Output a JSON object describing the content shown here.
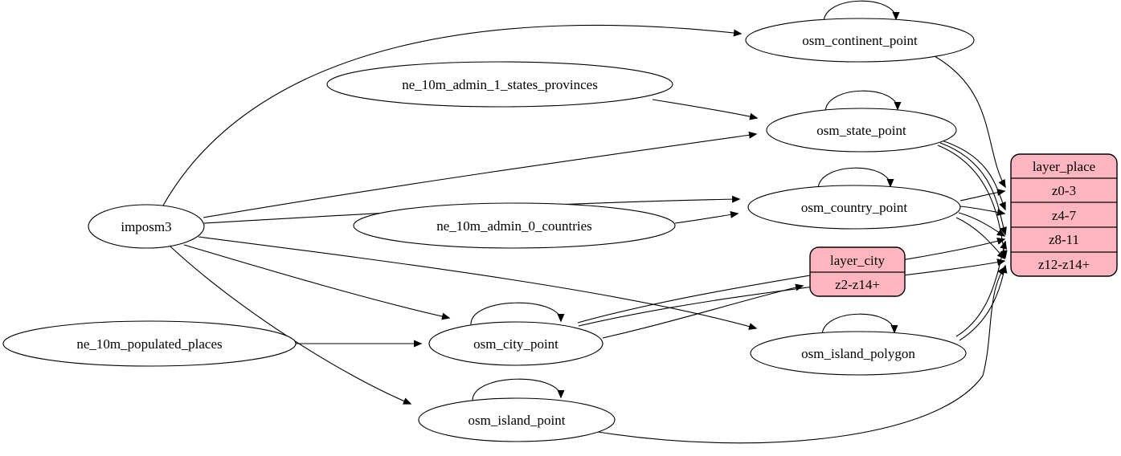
{
  "diagram": {
    "background_color": "#ffffff",
    "table_node_fill": "#ffffff",
    "layer_node_fill": "#ffb6c1",
    "edge_color": "#000000",
    "tables": {
      "imposm3": "imposm3",
      "ne_states": "ne_10m_admin_1_states_provinces",
      "ne_countries": "ne_10m_admin_0_countries",
      "ne_places": "ne_10m_populated_places",
      "continent": "osm_continent_point",
      "state": "osm_state_point",
      "country": "osm_country_point",
      "city": "osm_city_point",
      "island_polygon": "osm_island_polygon",
      "island_point": "osm_island_point"
    },
    "layers": {
      "place": {
        "title": "layer_place",
        "rows": {
          "r0": "z0-3",
          "r1": "z4-7",
          "r2": "z8-11",
          "r3": "z12-z14+"
        }
      },
      "city": {
        "title": "layer_city",
        "rows": {
          "r0": "z2-z14+"
        }
      }
    },
    "edges": [
      {
        "from": "imposm3",
        "to": "osm_continent_point"
      },
      {
        "from": "imposm3",
        "to": "osm_state_point"
      },
      {
        "from": "imposm3",
        "to": "osm_country_point"
      },
      {
        "from": "imposm3",
        "to": "osm_city_point"
      },
      {
        "from": "imposm3",
        "to": "osm_island_polygon"
      },
      {
        "from": "imposm3",
        "to": "osm_island_point"
      },
      {
        "from": "ne_10m_admin_1_states_provinces",
        "to": "osm_state_point"
      },
      {
        "from": "ne_10m_admin_0_countries",
        "to": "osm_country_point"
      },
      {
        "from": "ne_10m_populated_places",
        "to": "osm_city_point"
      },
      {
        "from": "osm_continent_point",
        "to": "osm_continent_point"
      },
      {
        "from": "osm_state_point",
        "to": "osm_state_point"
      },
      {
        "from": "osm_country_point",
        "to": "osm_country_point"
      },
      {
        "from": "osm_city_point",
        "to": "osm_city_point"
      },
      {
        "from": "osm_island_polygon",
        "to": "osm_island_polygon"
      },
      {
        "from": "osm_island_point",
        "to": "osm_island_point"
      },
      {
        "from": "osm_continent_point",
        "to": "layer_place:z0-3"
      },
      {
        "from": "osm_country_point",
        "to": "layer_place:z0-3"
      },
      {
        "from": "osm_country_point",
        "to": "layer_place:z4-7"
      },
      {
        "from": "osm_country_point",
        "to": "layer_place:z8-11"
      },
      {
        "from": "osm_country_point",
        "to": "layer_place:z12-z14+"
      },
      {
        "from": "osm_state_point",
        "to": "layer_place:z4-7"
      },
      {
        "from": "osm_state_point",
        "to": "layer_place:z8-11"
      },
      {
        "from": "osm_state_point",
        "to": "layer_place:z12-z14+"
      },
      {
        "from": "osm_city_point",
        "to": "layer_city:z2-z14+"
      },
      {
        "from": "osm_city_point",
        "to": "layer_place:z8-11"
      },
      {
        "from": "osm_city_point",
        "to": "layer_place:z12-z14+"
      },
      {
        "from": "osm_island_polygon",
        "to": "layer_place:z8-11"
      },
      {
        "from": "osm_island_polygon",
        "to": "layer_place:z12-z14+"
      },
      {
        "from": "osm_island_point",
        "to": "layer_place:z12-z14+"
      }
    ]
  }
}
